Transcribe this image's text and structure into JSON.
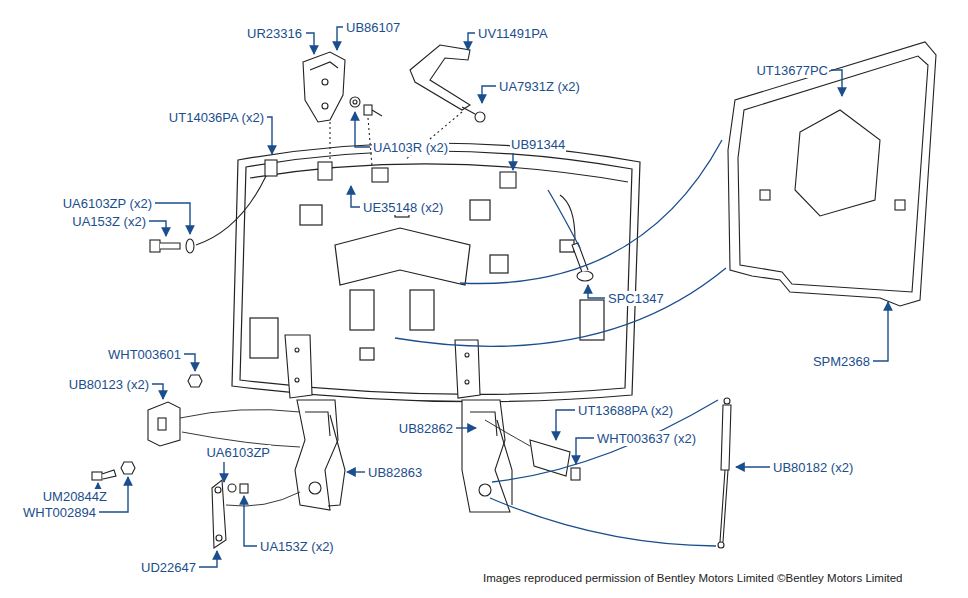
{
  "diagram": {
    "caption": "Images reproduced permission of Bentley Motors Limited ©Bentley Motors Limited",
    "labels": [
      "UR23316",
      "UB86107",
      "UV11491PA",
      "UA7931Z (x2)",
      "UT13677PC",
      "UT14036PA (x2)",
      "UA103R (x2)",
      "UB91344",
      "UA6103ZP (x2)",
      "UA153Z (x2)",
      "UE35148 (x2)",
      "SPC1347",
      "SPM2368",
      "WHT003601",
      "UB80123 (x2)",
      "UT13688PA (x2)",
      "UB82862",
      "WHT003637 (x2)",
      "UA6103ZP",
      "UB82863",
      "UB80182 (x2)",
      "UM20844Z",
      "WHT002894",
      "UA153Z (x2)",
      "UD22647"
    ]
  }
}
